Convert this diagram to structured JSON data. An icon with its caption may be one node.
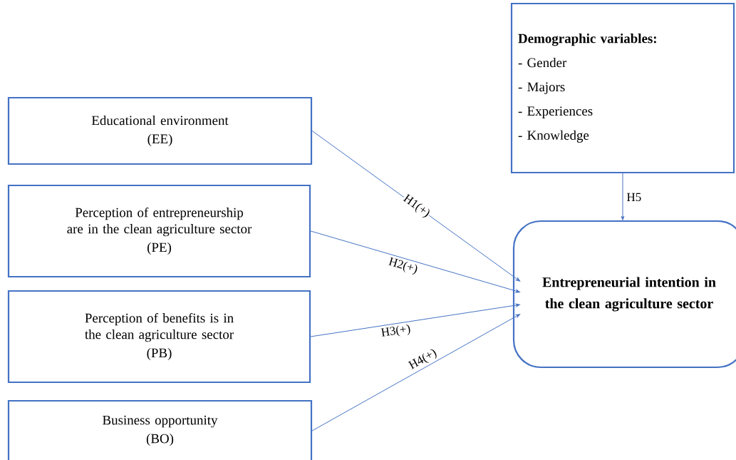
{
  "diagram": {
    "nodes": [
      {
        "text": [
          "Educational environment",
          "(EE)"
        ]
      },
      {
        "text": [
          "Perception of entrepreneurship are in the clean agriculture sector",
          "(PE)"
        ]
      },
      {
        "text": [
          "Perception of benefits is in the clean agriculture sector",
          "(PB)"
        ]
      },
      {
        "text": [
          "Business opportunity",
          "(BO)"
        ]
      },
      {
        "text": [
          "Demographic variables:",
          "- Gender",
          "- Majors",
          "- Experiences",
          "- Knowledge"
        ]
      },
      {
        "text": [
          "Entrepreneurial intention in the clean agriculture sector"
        ]
      }
    ],
    "edges": [
      {
        "from": 0,
        "to": 5,
        "arrow": "to",
        "label": "H1(+)"
      },
      {
        "from": 1,
        "to": 5,
        "arrow": "to",
        "label": "H2(+)"
      },
      {
        "from": 2,
        "to": 5,
        "arrow": "to",
        "label": "H3(+)"
      },
      {
        "from": 3,
        "to": 5,
        "arrow": "to",
        "label": "H4(+)"
      },
      {
        "from": 4,
        "to": 5,
        "arrow": "to",
        "label": "H5"
      }
    ]
  }
}
